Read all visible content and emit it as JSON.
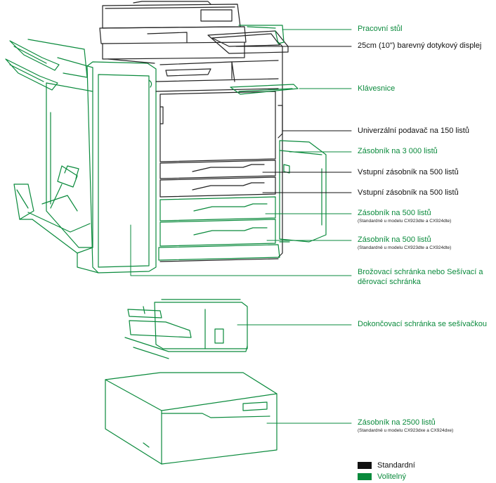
{
  "colors": {
    "standard": "#111111",
    "optional": "#0a8a3c"
  },
  "labels": [
    {
      "id": "work-desk",
      "text": "Pracovní stůl",
      "kind": "optional"
    },
    {
      "id": "touch-display",
      "text": "25cm (10\") barevný dotykový displej",
      "kind": "standard"
    },
    {
      "id": "keyboard",
      "text": "Klávesnice",
      "kind": "optional"
    },
    {
      "id": "mp-feeder",
      "text": "Univerzální podavač na 150 listů",
      "kind": "standard"
    },
    {
      "id": "tray-3000",
      "text": "Zásobník na 3 000 listů",
      "kind": "optional"
    },
    {
      "id": "input-tray-1",
      "text": "Vstupní zásobník na 500 listů",
      "kind": "standard"
    },
    {
      "id": "input-tray-2",
      "text": "Vstupní zásobník na 500 listů",
      "kind": "standard"
    },
    {
      "id": "tray-500-a",
      "text": "Zásobník na 500 listů",
      "sub": "(Standardně u modelu CX923dte a CX924dte)",
      "kind": "optional"
    },
    {
      "id": "tray-500-b",
      "text": "Zásobník na 500 listů",
      "sub": "(Standardně u modelu CX923dte a CX924dte)",
      "kind": "optional"
    },
    {
      "id": "booklet-finisher",
      "text": "Brožovací schránka nebo Sešívací a děrovací schránka",
      "kind": "optional"
    },
    {
      "id": "staple-finisher",
      "text": "Dokončovací schránka se sešívačkou",
      "kind": "optional"
    },
    {
      "id": "tray-2500",
      "text": "Zásobník na 2500 listů",
      "sub": "(Standardně u modelu CX923dxe a CX924dxe)",
      "kind": "optional"
    }
  ],
  "legend": {
    "standard": "Standardní",
    "optional": "Volitelný"
  }
}
